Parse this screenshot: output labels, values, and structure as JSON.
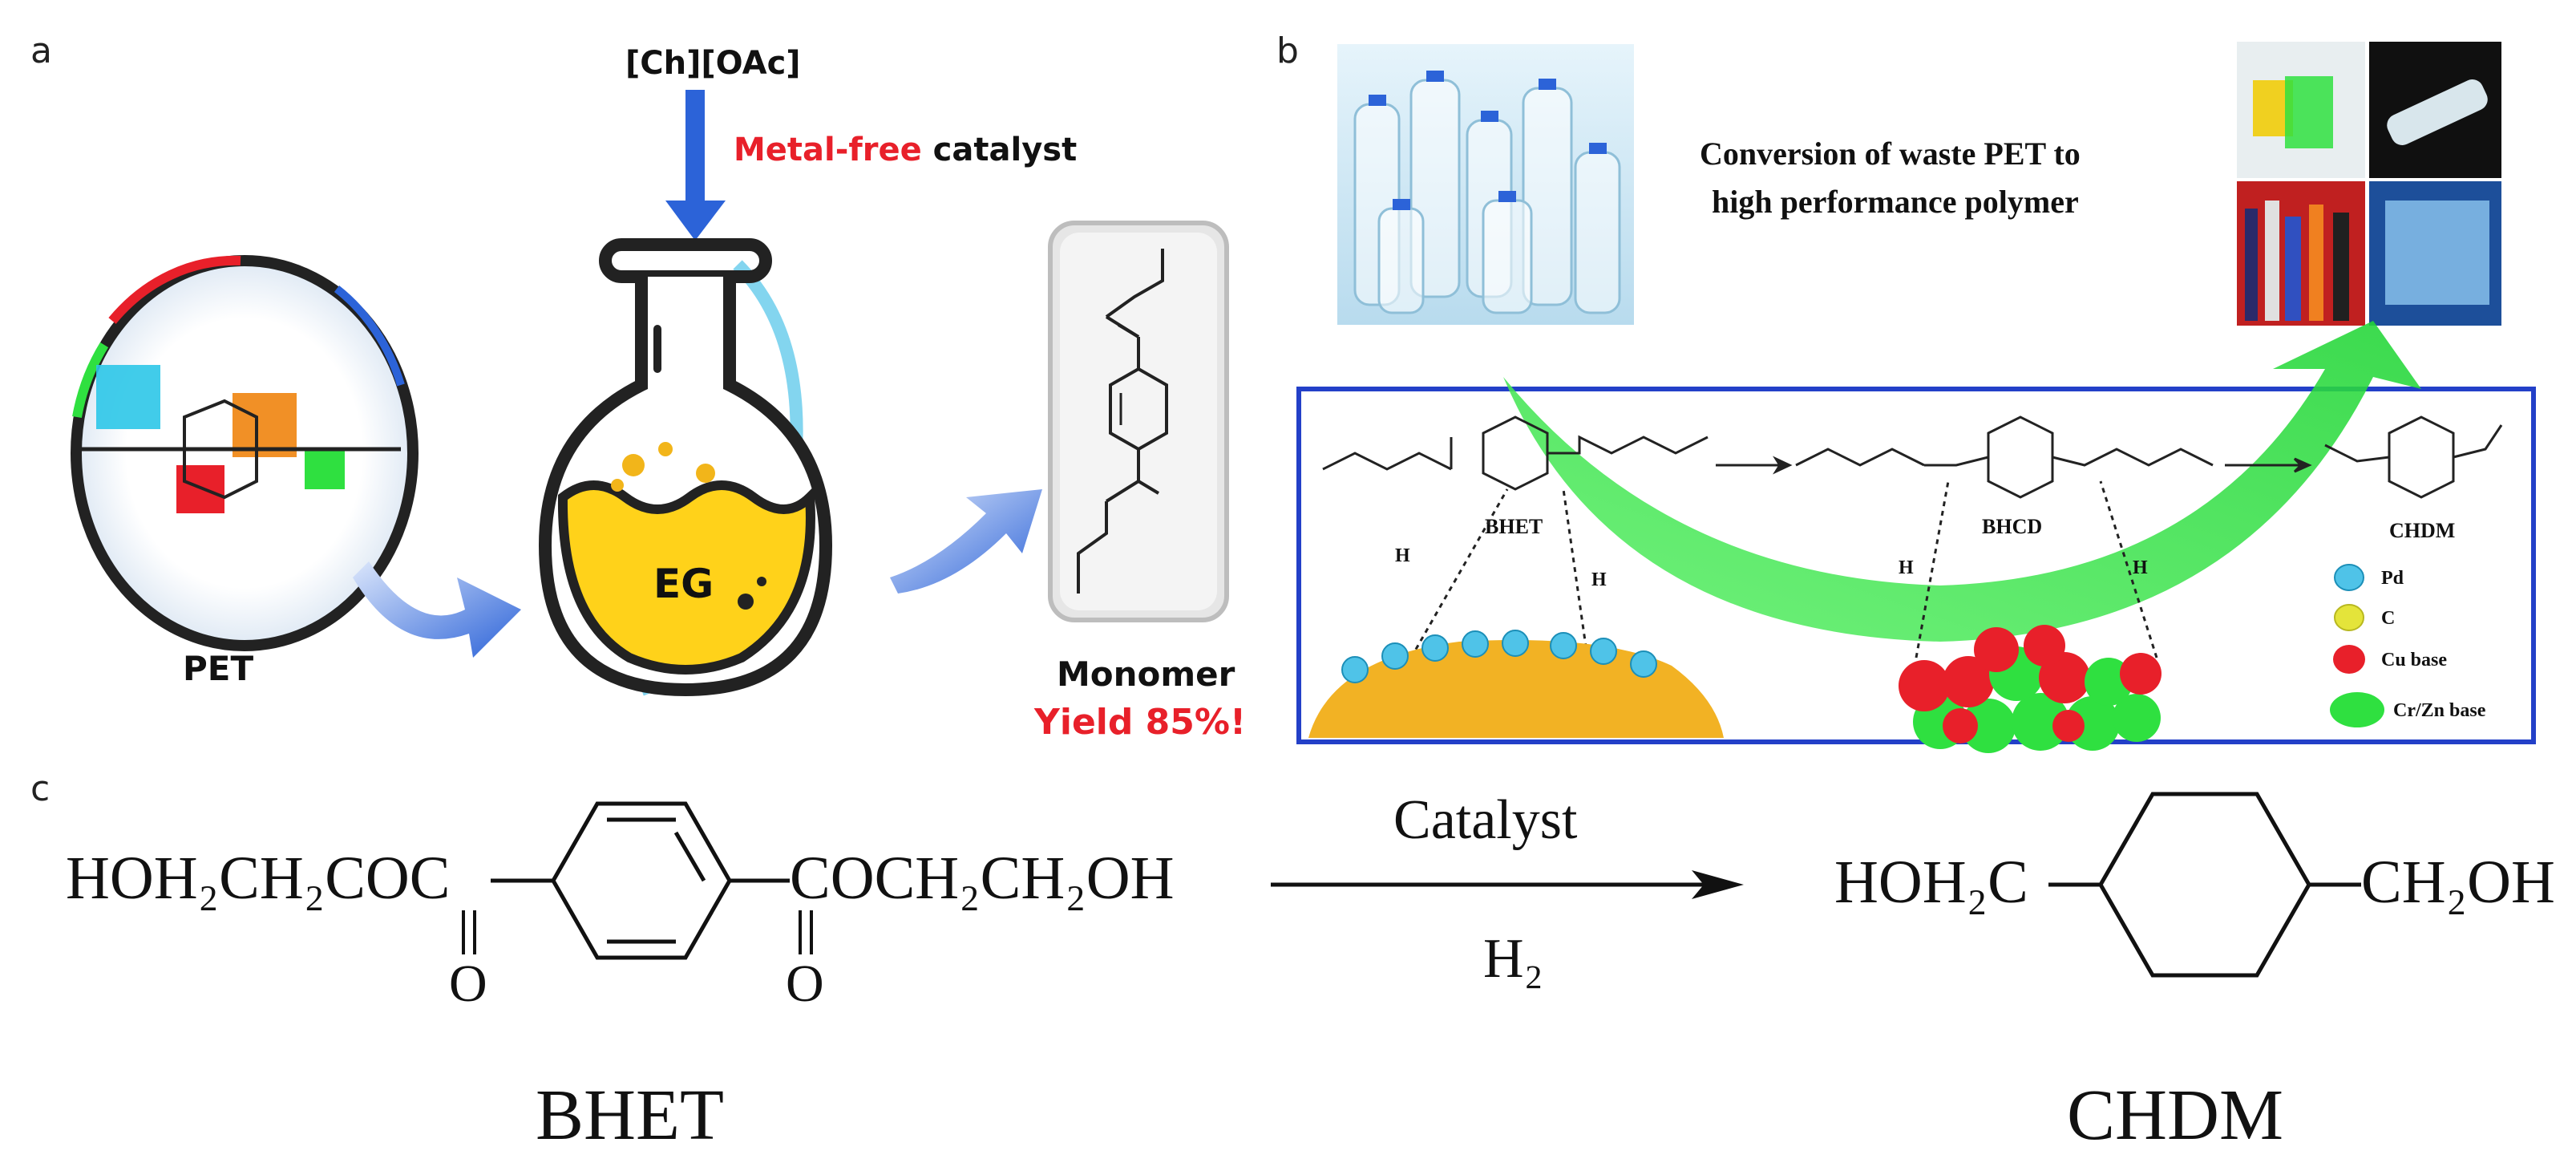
{
  "panels": {
    "a": {
      "label": "a",
      "reagent": "[Ch][OAc]",
      "catalyst_highlight": "Metal-free",
      "catalyst_rest": " catalyst",
      "flask_text": "EG",
      "pet_label": "PET",
      "monomer_label": "Monomer",
      "yield_label": "Yield 85%!"
    },
    "b": {
      "label": "b",
      "title_line1": "Conversion of waste PET to",
      "title_line2": "high performance polymer",
      "bhet_label": "BHET",
      "bhcd_label": "BHCD",
      "chdm_label": "CHDM",
      "h_labels": [
        "H",
        "H",
        "H",
        "H"
      ],
      "legend": [
        {
          "name": "Pd",
          "color": "#4fc3e8"
        },
        {
          "name": "C",
          "color": "#e4e43a"
        },
        {
          "name": "Cu base",
          "color": "#e8202a"
        },
        {
          "name": "Cr/Zn base",
          "color": "#2fe040"
        }
      ]
    },
    "c": {
      "label": "c",
      "bhet_left": "HOH₂CH₂COC",
      "bhet_right": "COCH₂CH₂OH",
      "carbonyl_o": "O",
      "arrow_top": "Catalyst",
      "arrow_bottom": "H₂",
      "chdm_left": "HOH₂C",
      "chdm_right": "CH₂OH",
      "bhet_name": "BHET",
      "chdm_name": "CHDM"
    }
  },
  "colors": {
    "red_text": "#e8202a",
    "blue_arrow": "#2c63d8",
    "flask_yellow": "#ffd21a",
    "green_arrow": "#2fe040",
    "box_border": "#2340c8"
  }
}
